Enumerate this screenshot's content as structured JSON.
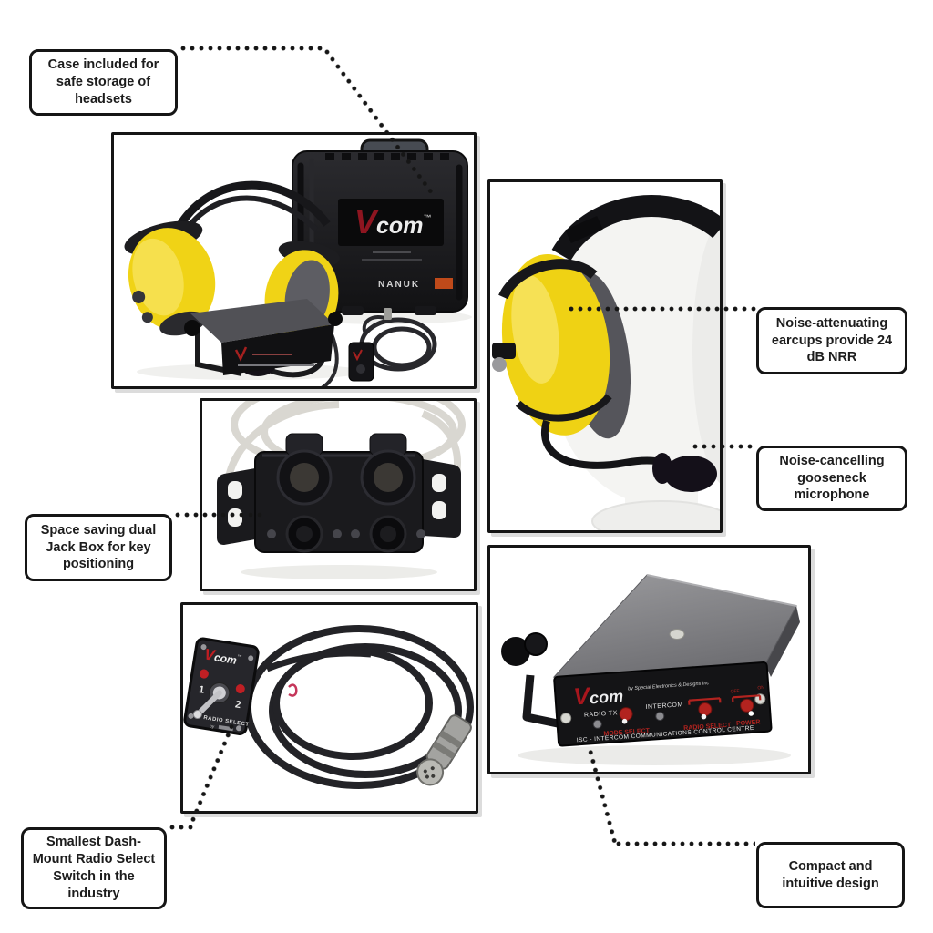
{
  "callouts": {
    "case": "Case included for safe storage of headsets",
    "earcups": "Noise-attenuating earcups provide 24 dB NRR",
    "mic": "Noise-cancelling gooseneck microphone",
    "jackbox": "Space saving dual Jack Box for key positioning",
    "switch": "Smallest Dash-Mount Radio Select Switch in the industry",
    "design": "Compact and intuitive design"
  },
  "brand": {
    "logo_v": "V",
    "logo_rest": "com",
    "trademark": "™",
    "case_brand": "NANUK",
    "byline": "by Special Electronics & Designs Inc"
  },
  "control_panel": {
    "radio_tx": "RADIO TX",
    "intercom": "INTERCOM",
    "mode_select": "MODE SELECT",
    "radio_select": "RADIO SELECT",
    "power": "POWER",
    "off": "OFF",
    "on": "ON",
    "footer": "ISC - INTERCOM COMMUNICATIONS CONTROL CENTRE"
  },
  "radio_switch": {
    "channel_1": "1",
    "channel_2": "2",
    "label": "RADIO SELECT",
    "byline": "by"
  },
  "colors": {
    "accent_red": "#b2231f",
    "earcup_yellow": "#f0d316",
    "line_black": "#161616"
  }
}
